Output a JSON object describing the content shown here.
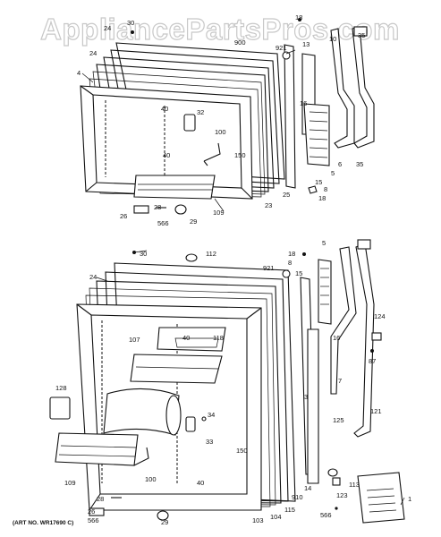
{
  "watermark": "AppliancePartsPros.com",
  "art_number": "(ART NO. WR17690 C)",
  "upper_door_labels": [
    "24",
    "30",
    "18",
    "900",
    "921",
    "13",
    "10",
    "35",
    "4",
    "24",
    "40",
    "32",
    "100",
    "16",
    "5",
    "6",
    "35",
    "150",
    "15",
    "8",
    "25",
    "23",
    "18",
    "40",
    "28",
    "26",
    "566",
    "29",
    "109"
  ],
  "lower_door_labels": [
    "30",
    "112",
    "18",
    "8",
    "5",
    "921",
    "15",
    "24",
    "107",
    "40",
    "118",
    "16",
    "124",
    "87",
    "7",
    "128",
    "34",
    "33",
    "121",
    "125",
    "3",
    "109",
    "100",
    "150",
    "29",
    "40",
    "28",
    "26",
    "566",
    "910",
    "104",
    "115",
    "103",
    "14",
    "123",
    "113",
    "566",
    "1"
  ]
}
